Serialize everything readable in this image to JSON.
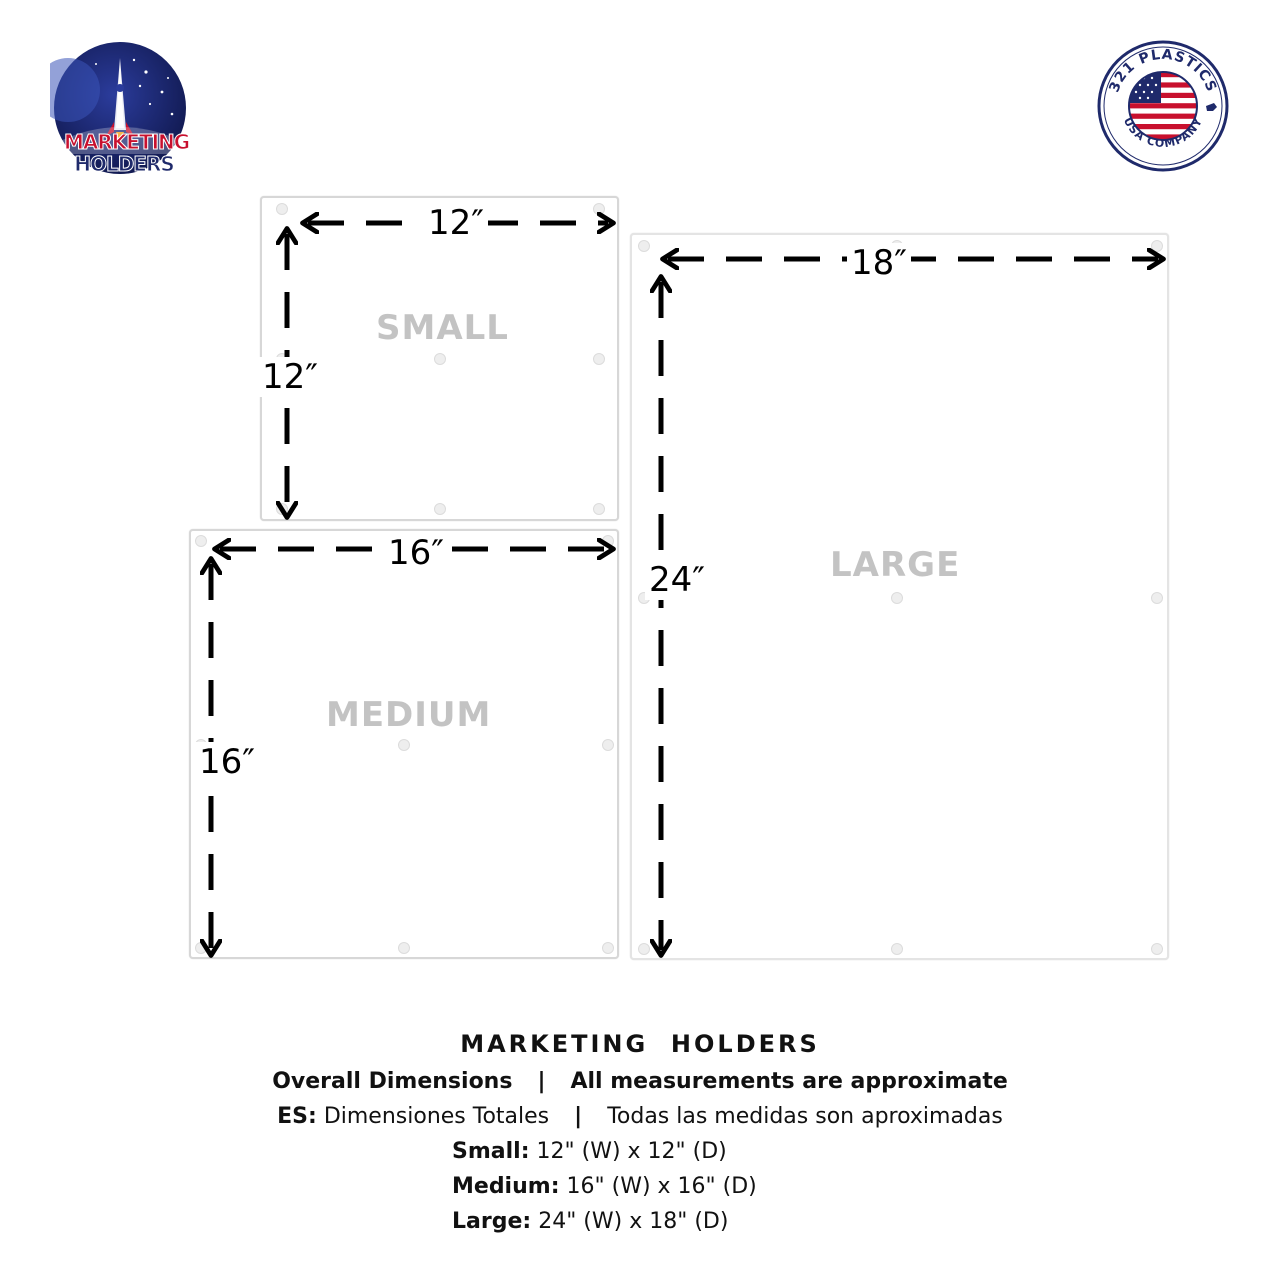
{
  "brand": {
    "left_logo_line1": "MARKETING",
    "left_logo_line2": "HOLDERS",
    "left_logo_icon": "rocket-icon",
    "right_badge_top": "321 PLASTICS",
    "right_badge_bottom": "USA COMPANY",
    "right_badge_icon": "usa-flag-icon"
  },
  "colors": {
    "navy": "#1f2a6b",
    "red": "#c8102e",
    "label_gray": "#c3c3c3",
    "panel_border": "#d7d7d7",
    "arrow": "#000000"
  },
  "panels": {
    "small": {
      "label": "SMALL",
      "width_label": "12″",
      "height_label": "12″"
    },
    "medium": {
      "label": "MEDIUM",
      "width_label": "16″",
      "height_label": "16″"
    },
    "large": {
      "label": "LARGE",
      "width_label": "18″",
      "height_label": "24″"
    }
  },
  "caption": {
    "title": "MARKETING  HOLDERS",
    "line1_a": "Overall Dimensions",
    "line1_sep": "|",
    "line1_b": "All measurements are approximate",
    "line2_prefix": "ES:",
    "line2_a": "Dimensiones Totales",
    "line2_sep": "|",
    "line2_b": "Todas las medidas son aproximadas",
    "sizes": [
      {
        "name": "Small",
        "spec": "12\" (W) x 12\" (D)"
      },
      {
        "name": "Medium",
        "spec": "16\" (W) x 16\" (D)"
      },
      {
        "name": "Large",
        "spec": "24\" (W) x 18\" (D)"
      }
    ]
  }
}
